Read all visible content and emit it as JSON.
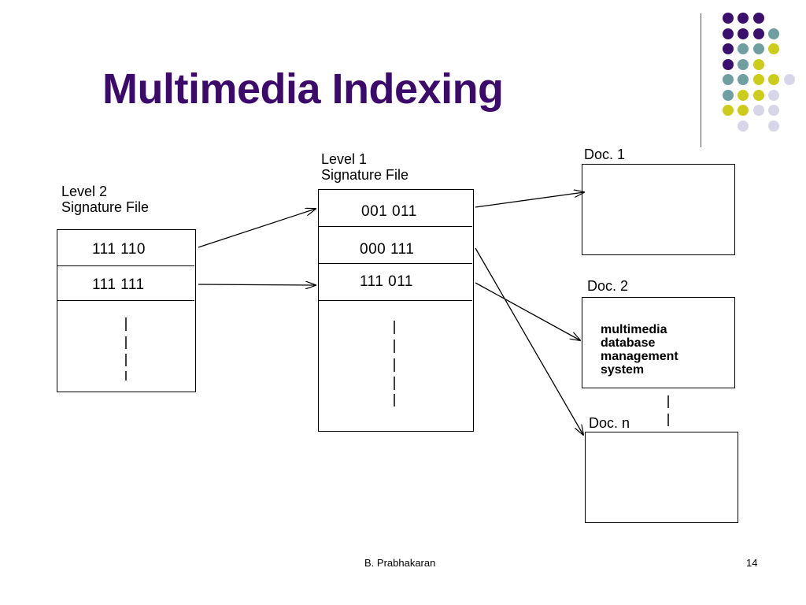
{
  "slide": {
    "title": "Multimedia Indexing",
    "footer_author": "B. Prabhakaran",
    "page_number": "14"
  },
  "decor": {
    "colors": {
      "purple": "#3b0f6e",
      "teal": "#6f9fa0",
      "yellow": "#cccc1a",
      "lavender": "#d6d6e8",
      "title": "#3b0a6b"
    }
  },
  "diagram": {
    "level2": {
      "label_line1": "Level 2",
      "label_line2": "Signature File",
      "rows": [
        "111 110",
        "111 111"
      ]
    },
    "level1": {
      "label_line1": "Level 1",
      "label_line2": "Signature File",
      "rows": [
        "001 011",
        "000 111",
        "111 011"
      ]
    },
    "docs": [
      {
        "label": "Doc. 1",
        "lines": []
      },
      {
        "label": "Doc. 2",
        "lines": [
          "multimedia",
          "database",
          "management",
          "system"
        ]
      },
      {
        "label": "Doc. n",
        "lines": []
      }
    ]
  }
}
